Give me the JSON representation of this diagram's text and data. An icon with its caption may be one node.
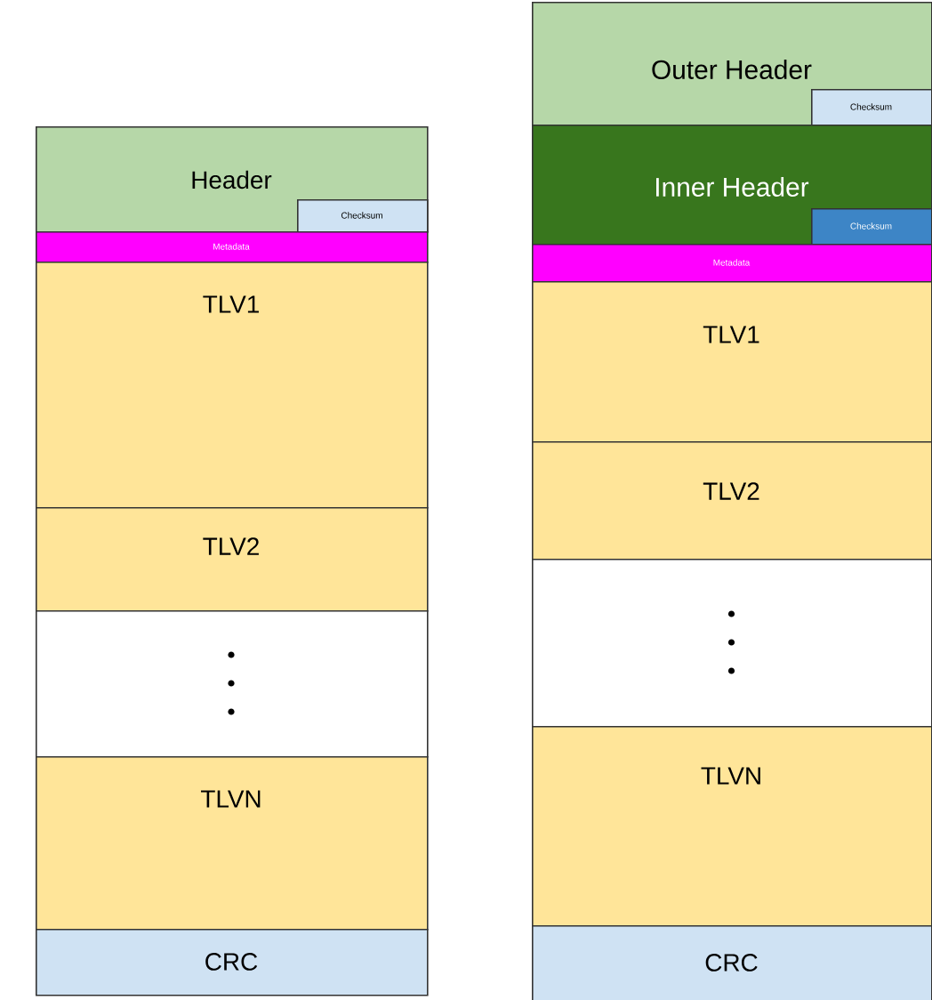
{
  "diagram": {
    "nodes": [
      {
        "text": [
          "Header"
        ]
      },
      {
        "text": [
          "Checksum"
        ],
        "in": 0
      },
      {
        "text": [
          "Metadata"
        ]
      },
      {
        "text": [
          "TLV1"
        ]
      },
      {
        "text": [
          "TLV2"
        ]
      },
      {
        "text": [],
        "shape": "box"
      },
      {
        "text": [
          "TLVN"
        ]
      },
      {
        "text": [
          "CRC"
        ]
      },
      {
        "text": [
          "Outer Header"
        ]
      },
      {
        "text": [
          "Checksum"
        ],
        "in": 8
      },
      {
        "text": [
          "Inner Header"
        ]
      },
      {
        "text": [
          "Checksum"
        ],
        "in": 10
      },
      {
        "text": [
          "Metadata"
        ]
      },
      {
        "text": [
          "TLV1"
        ]
      },
      {
        "text": [
          "TLV2"
        ]
      },
      {
        "text": [],
        "shape": "box"
      },
      {
        "text": [
          "TLVN"
        ]
      },
      {
        "text": [
          "CRC"
        ]
      }
    ]
  }
}
